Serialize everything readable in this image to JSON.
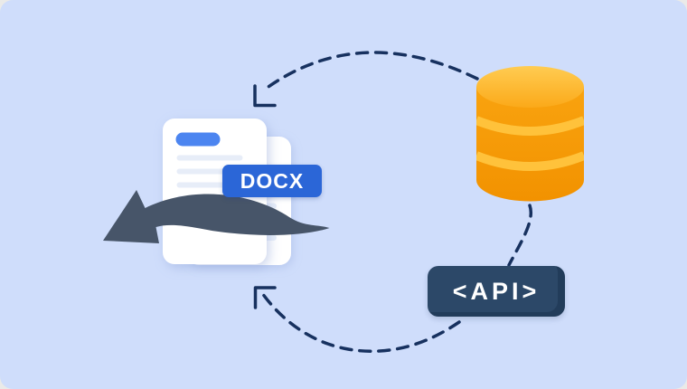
{
  "illustration": {
    "name": "database-api-to-docx-export",
    "background_color": "#CFDDFB",
    "page_background": "#EAEAE8",
    "flow_dash_color": "#17315F"
  },
  "docx_badge": {
    "label": "DOCX",
    "background": "#2B66D7",
    "text_color": "#FFFFFF"
  },
  "api_badge": {
    "label": "<API>",
    "background": "#2C4868",
    "text_color": "#FFFFFF"
  },
  "document": {
    "page_color": "#FFFFFF",
    "title_bar_color": "#4C85F0",
    "line_color": "#E7EDF8"
  },
  "database": {
    "top_color_start": "#FFCC52",
    "top_color_end": "#FBA919",
    "body_color_start": "#F9A30F",
    "body_color_end": "#F29200",
    "band_color": "#FFC23B"
  },
  "export_arrow": {
    "color": "#475569"
  }
}
